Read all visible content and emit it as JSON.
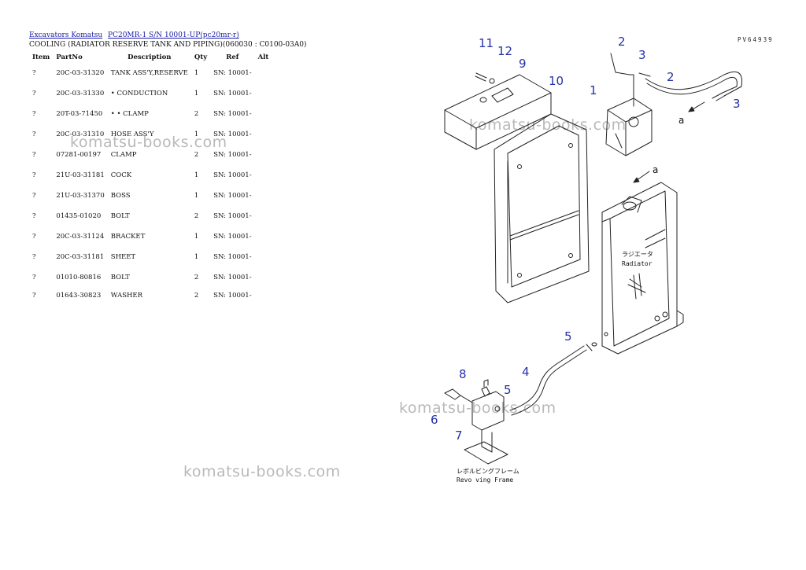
{
  "breadcrumb": {
    "link1": "Excavators Komatsu",
    "link2": "PC20MR-1 S/N 10001-UP(pc20mr-r)"
  },
  "title": "COOLING (RADIATOR RESERVE TANK AND PIPING)(060030 : C0100-03A0)",
  "table": {
    "headers": [
      "Item",
      "PartNo",
      "Description",
      "Qty",
      "Ref",
      "Alt"
    ],
    "rows": [
      {
        "item": "?",
        "part": "20C-03-31320",
        "desc": "TANK ASS'Y,RESERVE",
        "qty": "1",
        "ref": "SN: 10001-",
        "alt": ""
      },
      {
        "item": "?",
        "part": "20C-03-31330",
        "desc": "• CONDUCTION",
        "qty": "1",
        "ref": "SN: 10001-",
        "alt": ""
      },
      {
        "item": "?",
        "part": "20T-03-71450",
        "desc": "• • CLAMP",
        "qty": "2",
        "ref": "SN: 10001-",
        "alt": ""
      },
      {
        "item": "?",
        "part": "20C-03-31310",
        "desc": "HOSE ASS'Y",
        "qty": "1",
        "ref": "SN: 10001-",
        "alt": ""
      },
      {
        "item": "?",
        "part": "07281-00197",
        "desc": "CLAMP",
        "qty": "2",
        "ref": "SN: 10001-",
        "alt": ""
      },
      {
        "item": "?",
        "part": "21U-03-31181",
        "desc": "COCK",
        "qty": "1",
        "ref": "SN: 10001-",
        "alt": ""
      },
      {
        "item": "?",
        "part": "21U-03-31370",
        "desc": "BOSS",
        "qty": "1",
        "ref": "SN: 10001-",
        "alt": ""
      },
      {
        "item": "?",
        "part": "01435-01020",
        "desc": "BOLT",
        "qty": "2",
        "ref": "SN: 10001-",
        "alt": ""
      },
      {
        "item": "?",
        "part": "20C-03-31124",
        "desc": "BRACKET",
        "qty": "1",
        "ref": "SN: 10001-",
        "alt": ""
      },
      {
        "item": "?",
        "part": "20C-03-31181",
        "desc": "SHEET",
        "qty": "1",
        "ref": "SN: 10001-",
        "alt": ""
      },
      {
        "item": "?",
        "part": "01010-80816",
        "desc": "BOLT",
        "qty": "2",
        "ref": "SN: 10001-",
        "alt": ""
      },
      {
        "item": "?",
        "part": "01643-30823",
        "desc": "WASHER",
        "qty": "2",
        "ref": "SN: 10001-",
        "alt": ""
      }
    ]
  },
  "watermark": "komatsu-books.com",
  "figure": {
    "code": "PV64939",
    "callouts": [
      "11",
      "12",
      "9",
      "10",
      "2",
      "3",
      "2",
      "3",
      "1",
      "5",
      "4",
      "8",
      "5",
      "6",
      "7"
    ],
    "letters": [
      "a",
      "a"
    ],
    "radiator_label_jp": "ラジエータ",
    "radiator_label_en": "Radiator",
    "frame_label_jp": "レボルビングフレーム",
    "frame_label_en": "Revo ving Frame"
  }
}
